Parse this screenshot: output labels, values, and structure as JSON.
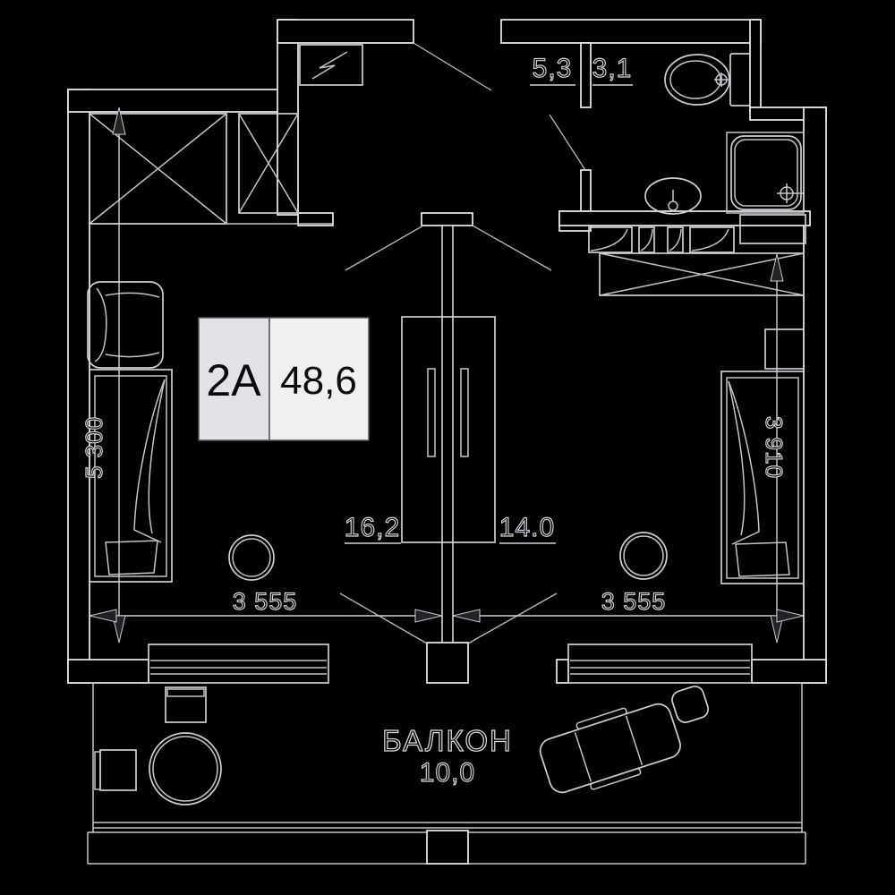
{
  "unit_card": {
    "unit_label": "2A",
    "total_area": "48,6"
  },
  "rooms": {
    "hallway_area": "5,3",
    "bathroom_area": "3,1",
    "living_area": "16,2",
    "bedroom_area": "14.0",
    "balcony_label": "БАЛКОН",
    "balcony_area": "10,0"
  },
  "dimensions": {
    "left_height": "5 300",
    "right_height": "3 910",
    "left_width": "3 555",
    "right_width": "3 555"
  },
  "colors": {
    "background": "#000000",
    "line": "#d6d6da",
    "wall_outline": "#ededf0",
    "unit_label_bg": "#e2e2e6",
    "area_bg": "#f0f0f2",
    "card_text": "#0b0b0e"
  }
}
